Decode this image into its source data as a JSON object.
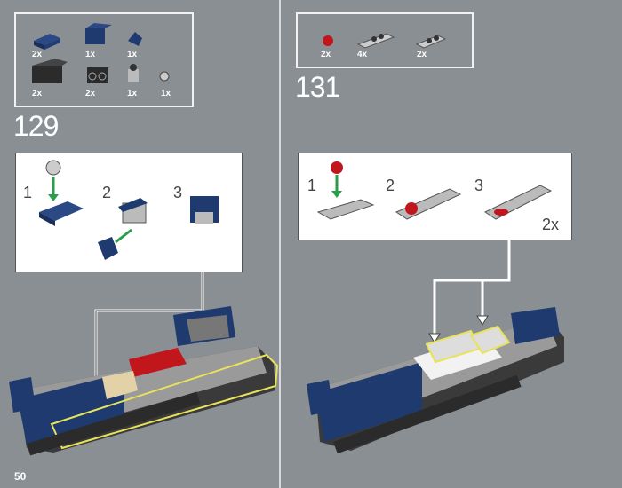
{
  "page_number": "50",
  "left": {
    "step": "129",
    "parts": [
      {
        "qty": "2x",
        "icon": "blue-plate-1x2"
      },
      {
        "qty": "1x",
        "icon": "blue-brick-1x2"
      },
      {
        "qty": "1x",
        "icon": "blue-slope"
      },
      {
        "qty": "2x",
        "icon": "black-brick-1x3"
      },
      {
        "qty": "2x",
        "icon": "black-technic-brick"
      },
      {
        "qty": "1x",
        "icon": "grey-bracket"
      },
      {
        "qty": "1x",
        "icon": "grey-round-plate"
      }
    ],
    "substeps": [
      "1",
      "2",
      "3"
    ]
  },
  "right": {
    "step": "131",
    "parts": [
      {
        "qty": "2x",
        "icon": "red-round-plate"
      },
      {
        "qty": "4x",
        "icon": "grey-plate-1x2"
      },
      {
        "qty": "2x",
        "icon": "grey-clip-plate"
      }
    ],
    "substeps": [
      "1",
      "2",
      "3"
    ],
    "multiplier": "2x"
  },
  "colors": {
    "background": "#8a8f93",
    "blue": "#1f3a6e",
    "red": "#c0161c",
    "grey": "#a8a8a8",
    "black": "#2b2b2b",
    "highlight": "#e8e35a"
  }
}
